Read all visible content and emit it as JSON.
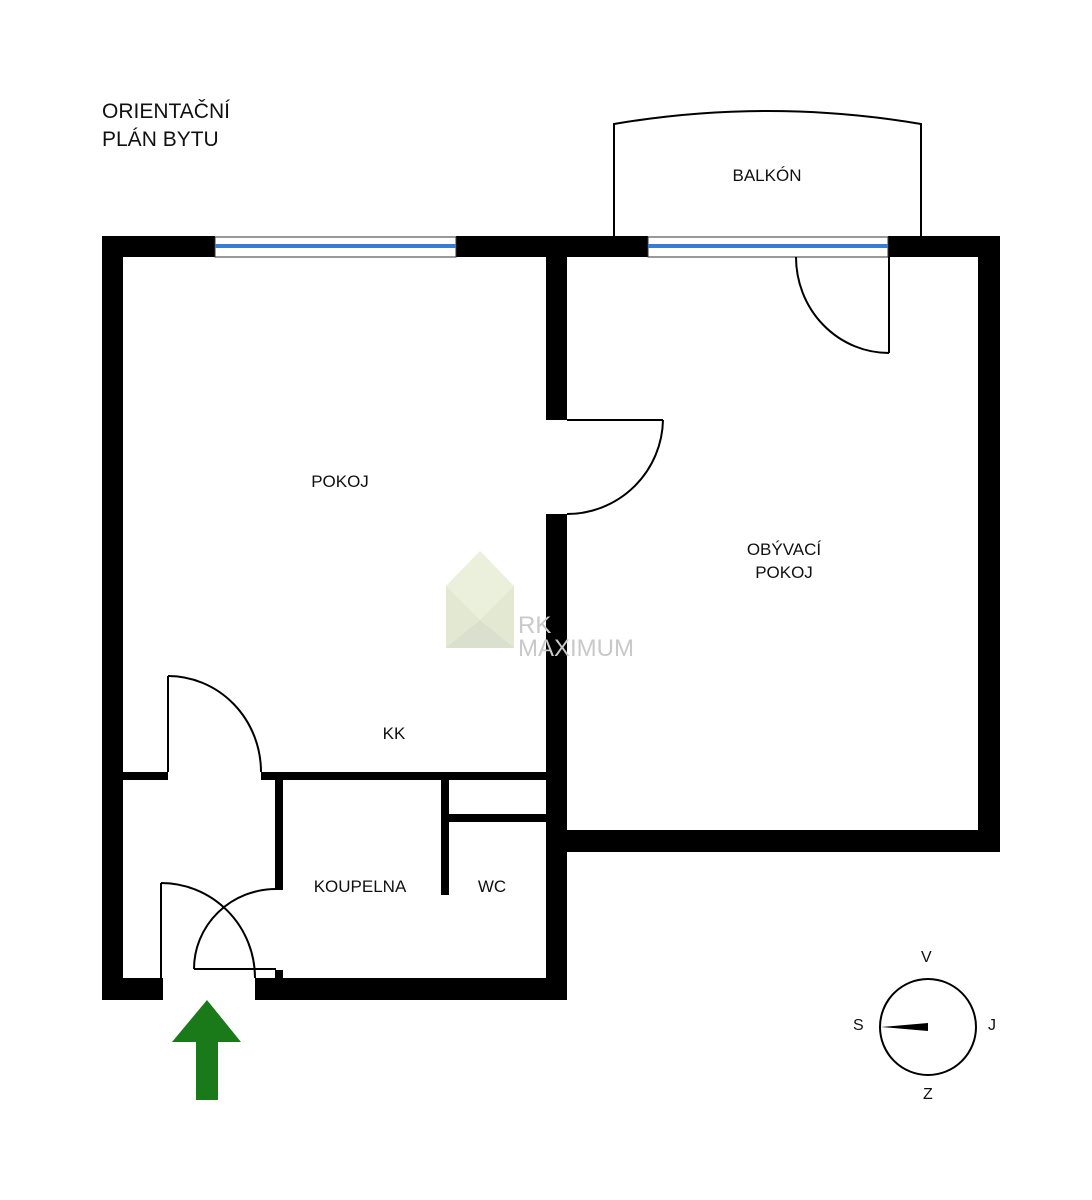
{
  "title": {
    "line1": "ORIENTAČNÍ",
    "line2": "PLÁN BYTU"
  },
  "rooms": {
    "balkon": "BALKÓN",
    "pokoj": "POKOJ",
    "obyvaci_line1": "OBÝVACÍ",
    "obyvaci_line2": "POKOJ",
    "kk": "KK",
    "koupelna": "KOUPELNA",
    "wc": "WC"
  },
  "watermark": {
    "line1": "RK",
    "line2": "MAXIMUM"
  },
  "compass": {
    "north": "V",
    "west": "S",
    "east": "J",
    "south": "Z"
  },
  "colors": {
    "wall": "#000000",
    "window": "#3a7bd5",
    "entrance_arrow": "#1a7a1a",
    "watermark": "#e4ecd4"
  },
  "entrance": {
    "icon": "arrow-up-icon"
  }
}
